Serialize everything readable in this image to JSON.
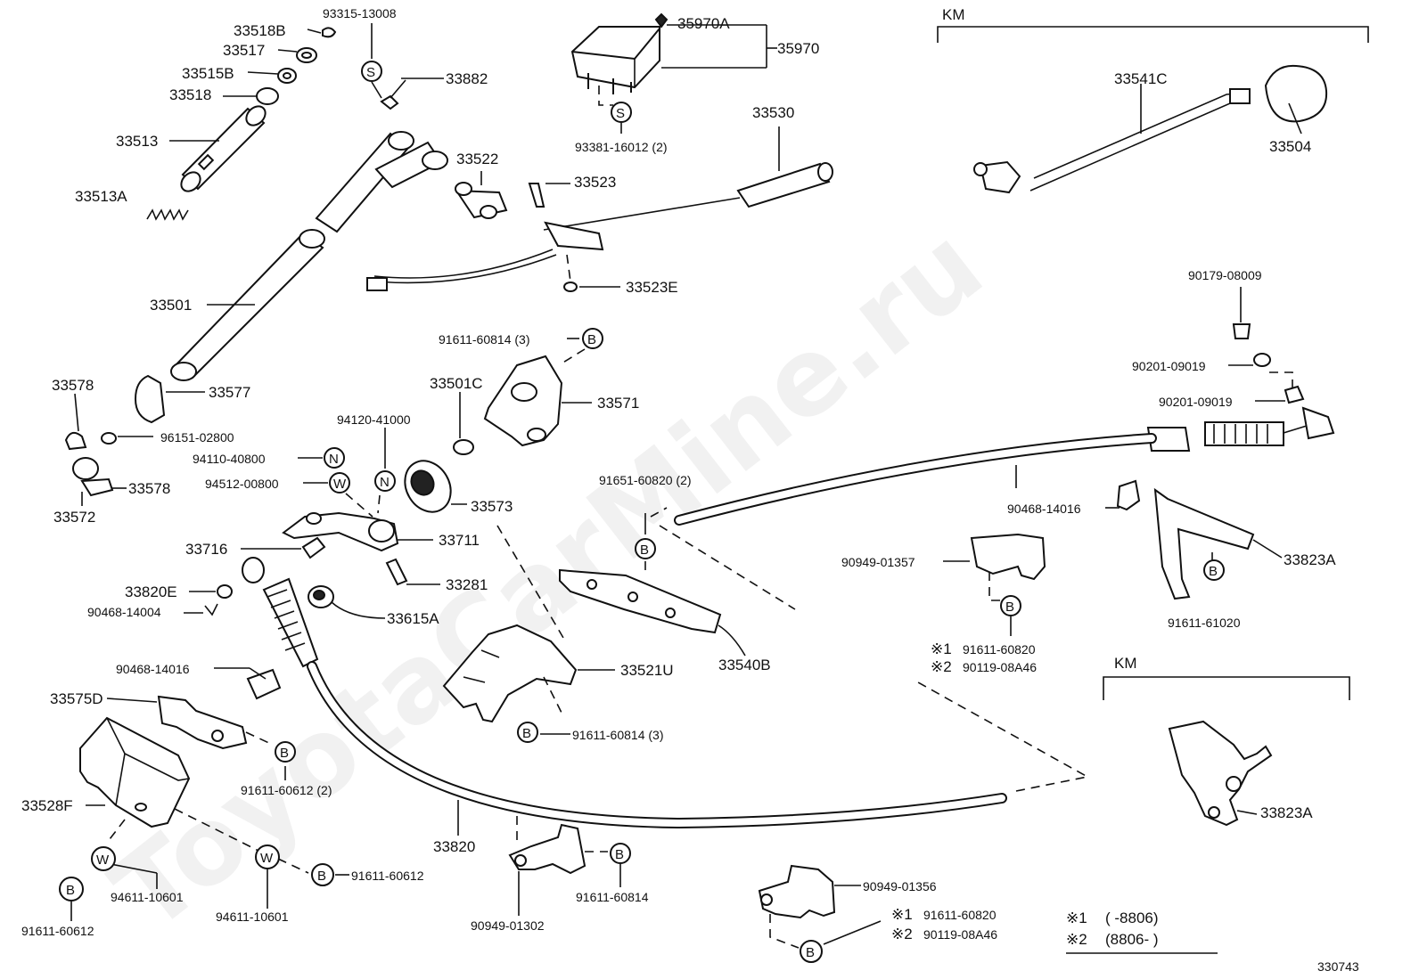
{
  "watermark": "ToyotaCarMine.ru",
  "diagram_id": "330743",
  "groups": {
    "km_top": "KM",
    "km_bottom": "KM"
  },
  "legend": {
    "row1_mark": "※1",
    "row1_range": "(        -8806)",
    "row2_mark": "※2",
    "row2_range": "(8806-        )"
  },
  "circle_symbols": {
    "s": "S",
    "n": "N",
    "w": "W",
    "b": "B"
  },
  "labels": {
    "p33518B": "33518B",
    "p93315": "93315-13008",
    "p33517": "33517",
    "p33515B": "33515B",
    "p33518": "33518",
    "p33882": "33882",
    "p33513": "33513",
    "p33513A": "33513A",
    "p35970A": "35970A",
    "p35970": "35970",
    "p93381": "93381-16012 (2)",
    "p33530": "33530",
    "p33522": "33522",
    "p33523": "33523",
    "p33523E": "33523E",
    "p33501": "33501",
    "p33541C": "33541C",
    "p33504": "33504",
    "p90179": "90179-08009",
    "p90201a": "90201-09019",
    "p90201b": "90201-09019",
    "p91611_60814_3a": "91611-60814 (3)",
    "p33501C": "33501C",
    "p33571": "33571",
    "p33578a": "33578",
    "p33577": "33577",
    "p96151": "96151-02800",
    "p94120": "94120-41000",
    "p94110": "94110-40800",
    "p94512": "94512-00800",
    "p33578b": "33578",
    "p33572": "33572",
    "p33573": "33573",
    "p33716": "33716",
    "p33711": "33711",
    "p91651": "91651-60820 (2)",
    "p90468_14016a": "90468-14016",
    "p33823A_a": "33823A",
    "p90949_01357": "90949-01357",
    "p91611_61020": "91611-61020",
    "p33281": "33281",
    "p33820E": "33820E",
    "p90468_14004": "90468-14004",
    "p33615A": "33615A",
    "p33540B": "33540B",
    "p_r1_91611": "91611-60820",
    "p_r2_90119": "90119-08A46",
    "p90468_14016b": "90468-14016",
    "p33521U": "33521U",
    "p33575D": "33575D",
    "p91611_60814_3b": "91611-60814 (3)",
    "p91611_60612_2": "91611-60612 (2)",
    "p33823A_b": "33823A",
    "p33528F": "33528F",
    "p33820": "33820",
    "p94611a": "94611-10601",
    "p94611b": "94611-10601",
    "p91611_60612a": "91611-60612",
    "p91611_60612b": "91611-60612",
    "p91611_60814": "91611-60814",
    "p90949_01302": "90949-01302",
    "p90949_01356": "90949-01356",
    "p_r1b_91611": "91611-60820",
    "p_r2b_90119": "90119-08A46",
    "mark1": "※1",
    "mark2": "※2",
    "mark1b": "※1",
    "mark2b": "※2"
  }
}
